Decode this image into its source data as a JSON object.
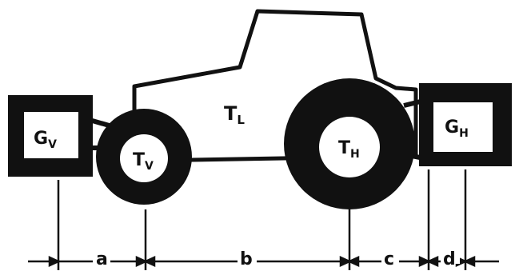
{
  "components": {
    "front_ballast": {
      "main": "G",
      "sub": "V"
    },
    "rear_ballast": {
      "main": "G",
      "sub": "H"
    },
    "tractor_body": {
      "main": "T",
      "sub": "L"
    },
    "front_wheel": {
      "main": "T",
      "sub": "V"
    },
    "rear_wheel": {
      "main": "T",
      "sub": "H"
    }
  },
  "dimensions": {
    "a": "a",
    "b": "b",
    "c": "c",
    "d": "d"
  },
  "colors": {
    "ink": "#111111",
    "paper": "#ffffff"
  }
}
